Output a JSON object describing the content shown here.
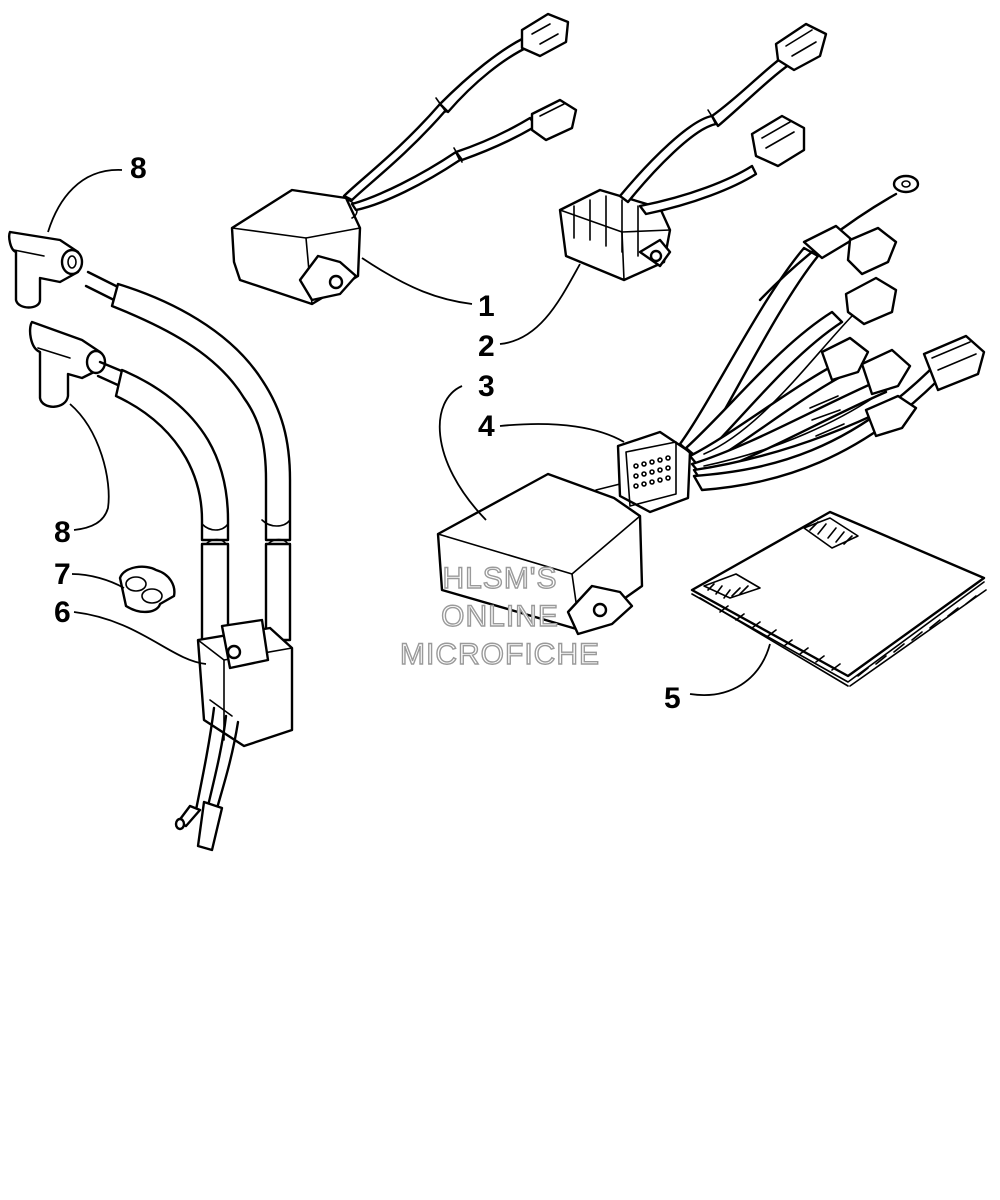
{
  "callouts": {
    "c1": "1",
    "c2": "2",
    "c3": "3",
    "c4": "4",
    "c5": "5",
    "c6": "6",
    "c7": "7",
    "c8a": "8",
    "c8b": "8"
  },
  "watermark": {
    "line1": "HLSM'S",
    "line2": "ONLINE",
    "line3": "MICROFICHE"
  }
}
